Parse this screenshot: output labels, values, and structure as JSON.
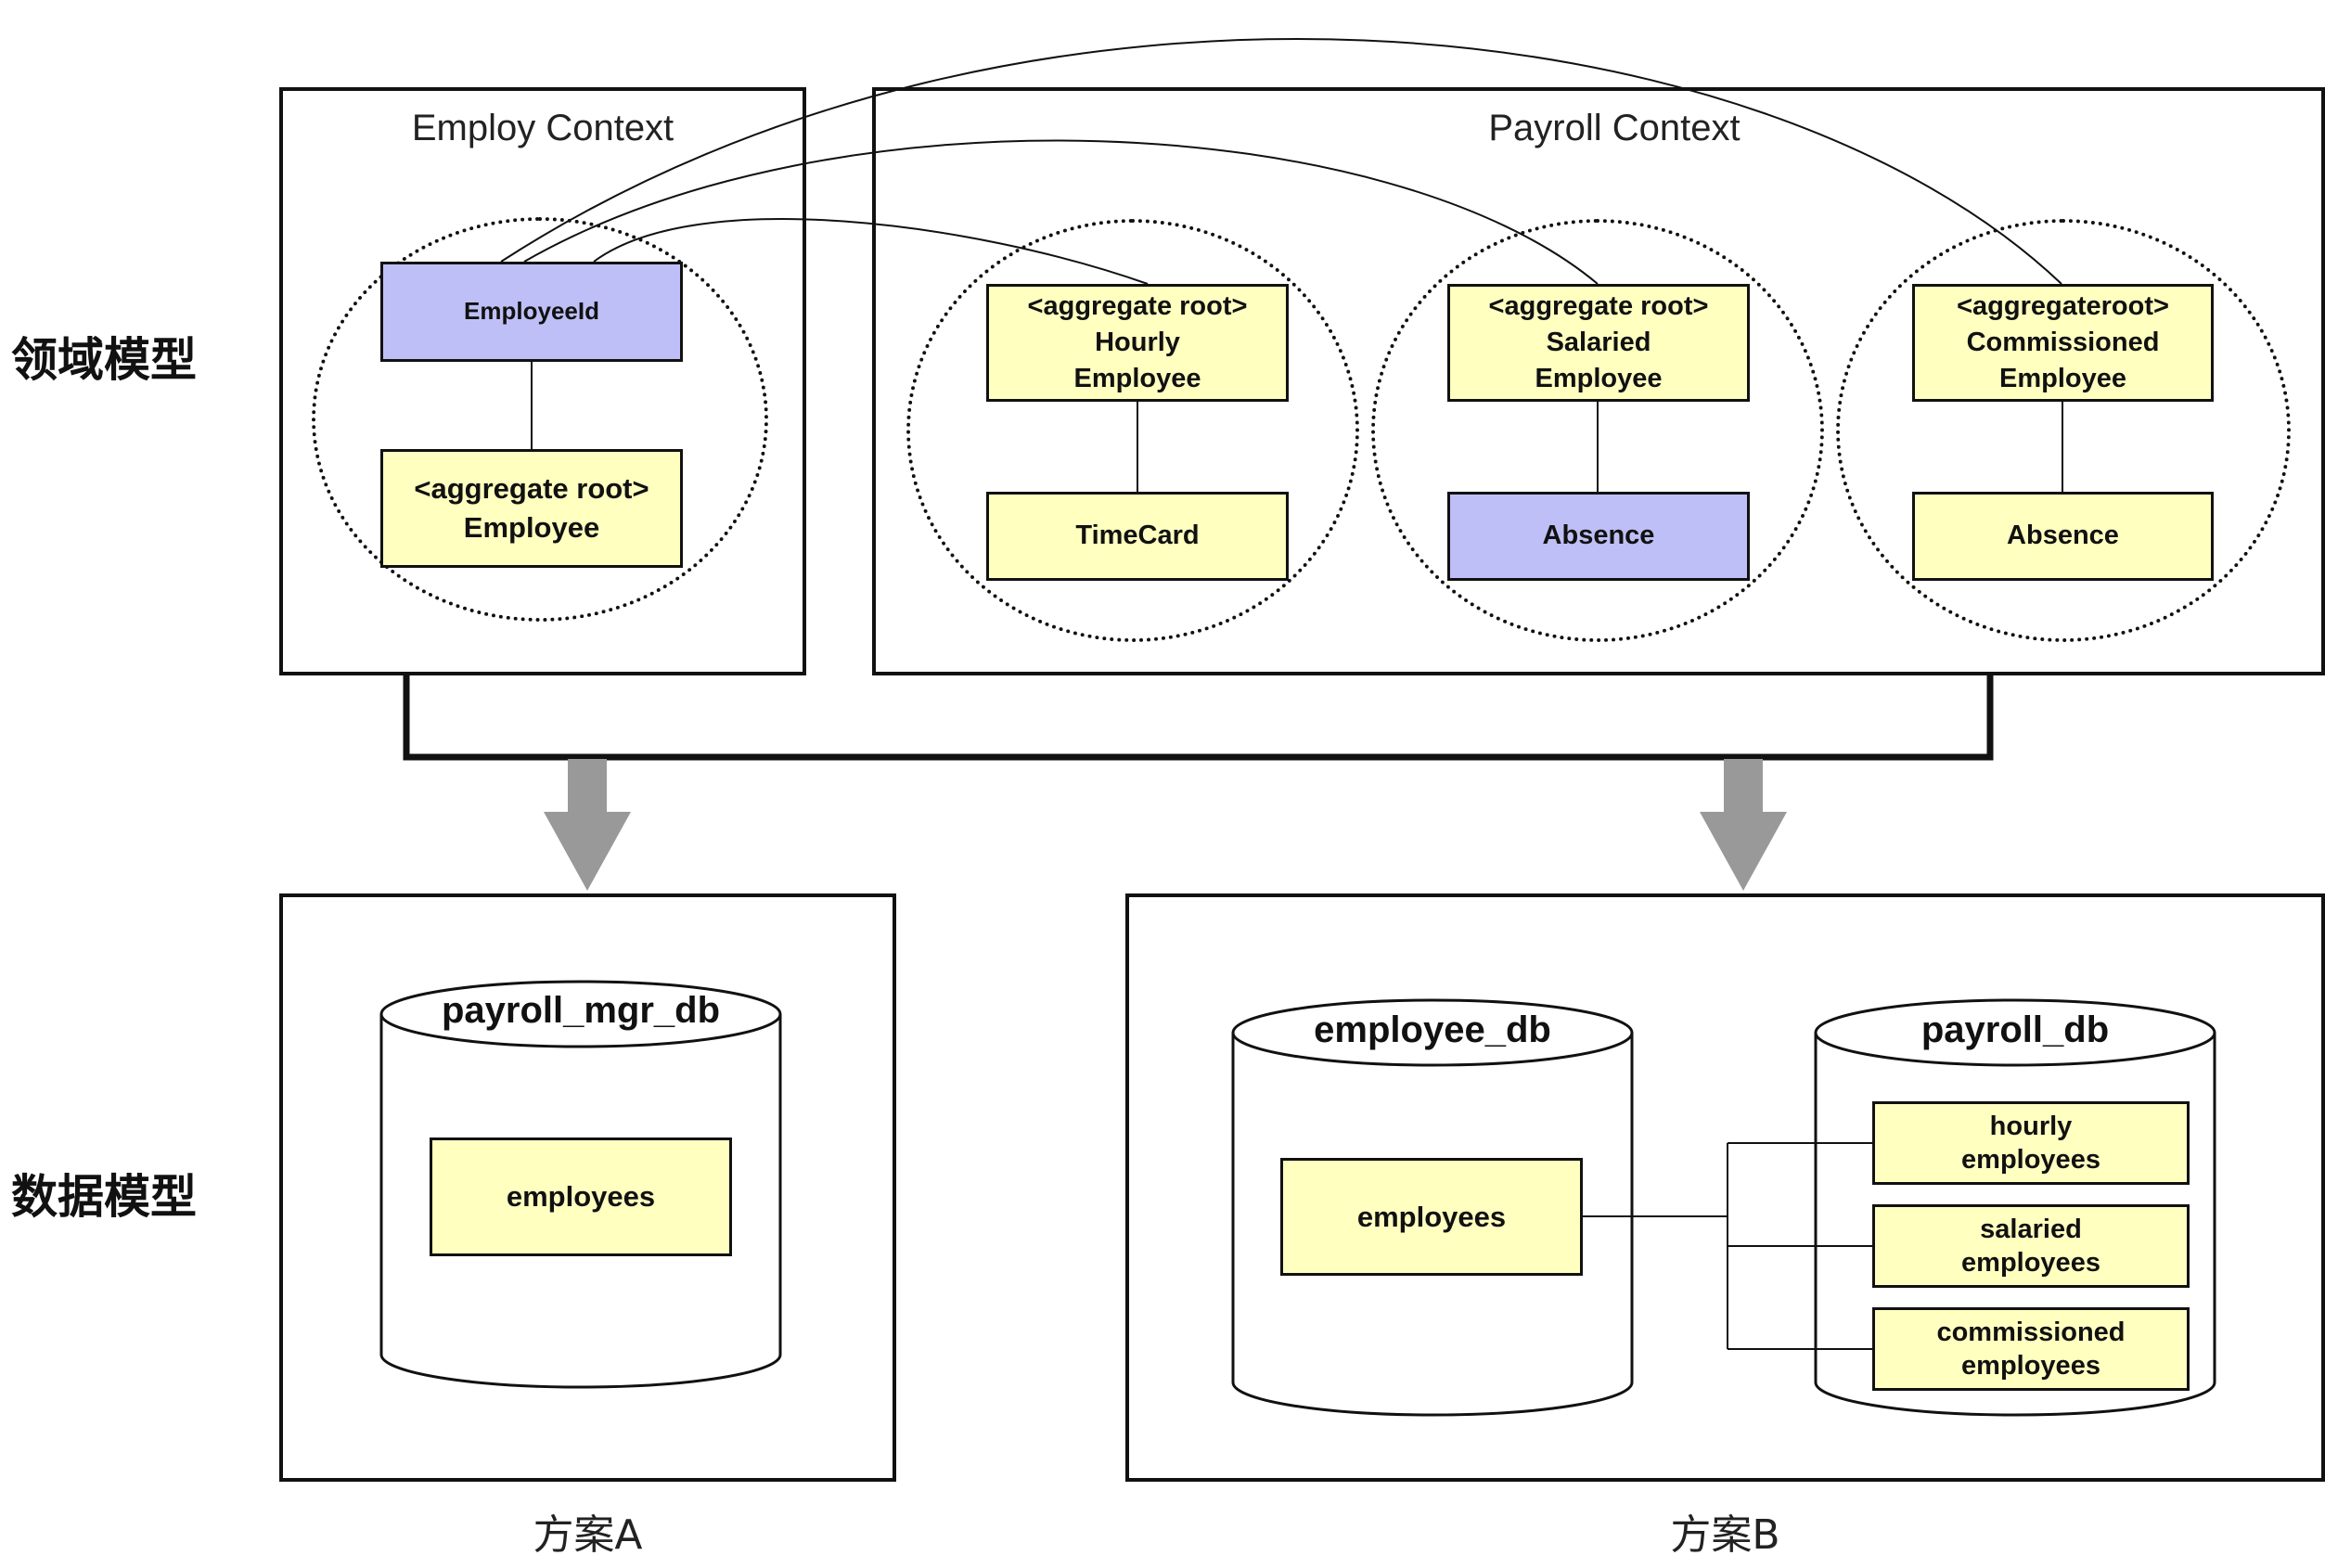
{
  "row_labels": {
    "domain_model": "领域模型",
    "data_model": "数据模型"
  },
  "contexts": {
    "employ": {
      "title": "Employ Context",
      "employee_id": "EmployeeId",
      "root": [
        "<aggregate root>",
        "Employee"
      ]
    },
    "payroll": {
      "title": "Payroll Context",
      "hourly": {
        "root": [
          "<aggregate root>",
          "Hourly",
          "Employee"
        ],
        "child": "TimeCard"
      },
      "salaried": {
        "root": [
          "<aggregate root>",
          "Salaried",
          "Employee"
        ],
        "child": "Absence"
      },
      "commissioned": {
        "root": [
          "<aggregateroot>",
          "Commissioned",
          "Employee"
        ],
        "child": "Absence"
      }
    }
  },
  "plan_a": {
    "caption": "方案A",
    "db": {
      "name": "payroll_mgr_db",
      "table": "employees"
    }
  },
  "plan_b": {
    "caption": "方案B",
    "employee_db": {
      "name": "employee_db",
      "table": "employees"
    },
    "payroll_db": {
      "name": "payroll_db",
      "tables": [
        [
          "hourly",
          "employees"
        ],
        [
          "salaried",
          "employees"
        ],
        [
          "commissioned",
          "employees"
        ]
      ]
    }
  },
  "colors": {
    "entity": "#ffffc0",
    "value_object": "#bfbff7",
    "arrow": "#999999",
    "stroke": "#111111"
  }
}
